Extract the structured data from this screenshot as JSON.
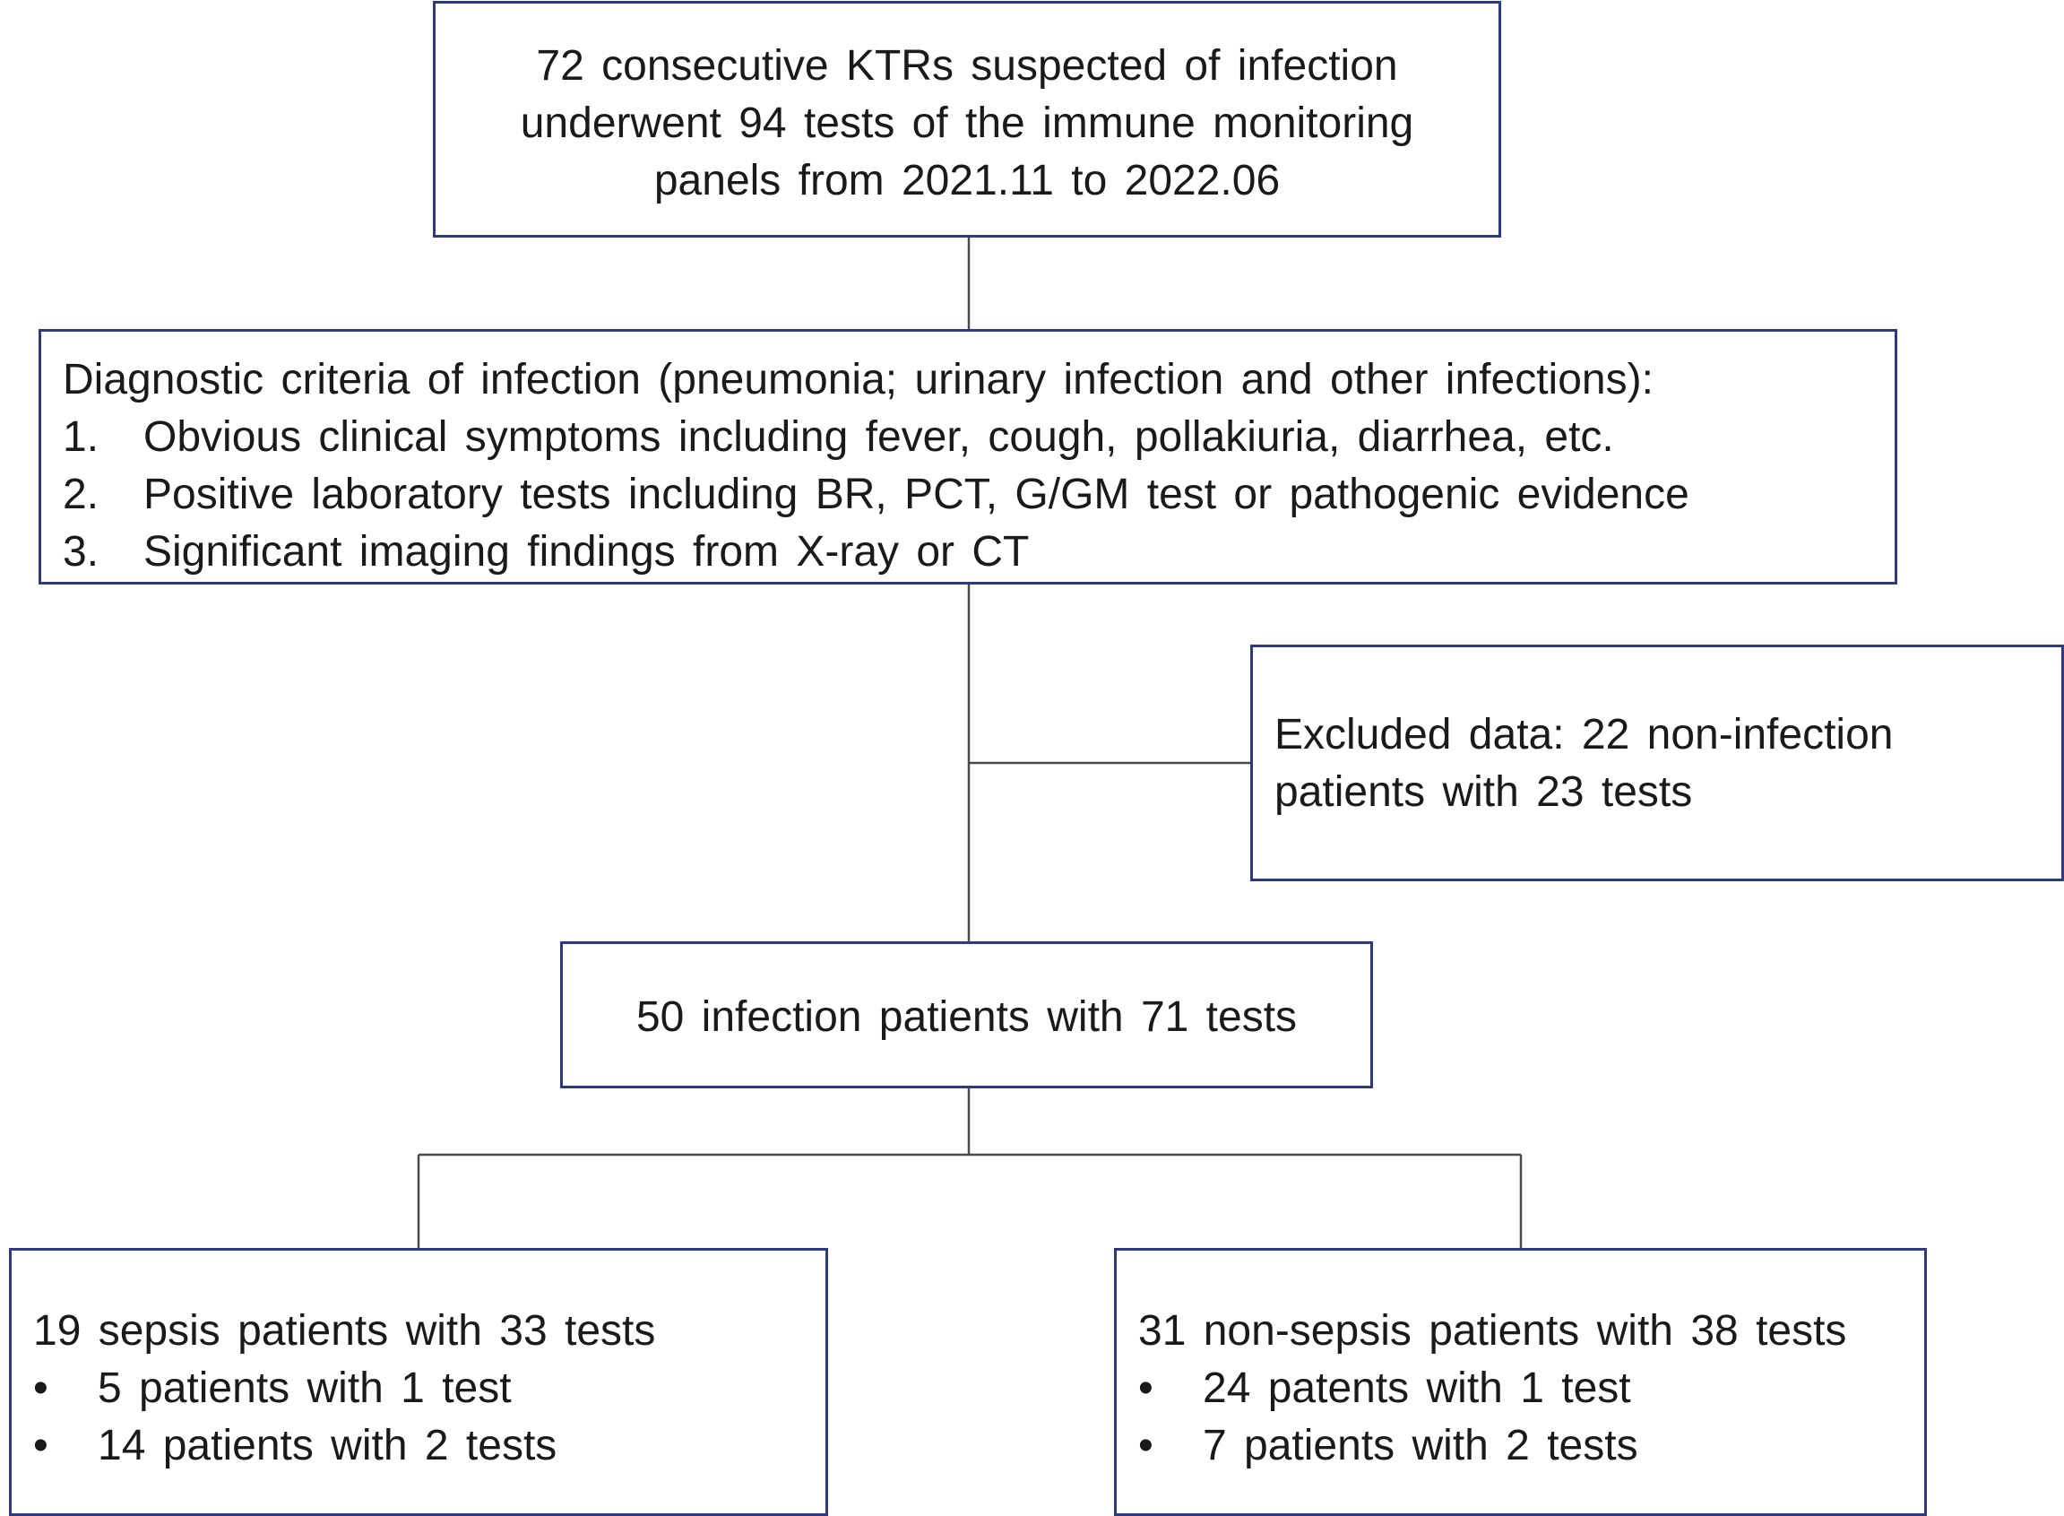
{
  "screening": {
    "lines": [
      "72 consecutive KTRs suspected of infection",
      "underwent 94 tests of the immune monitoring",
      "panels from 2021.11 to 2022.06"
    ]
  },
  "criteria": {
    "heading": "Diagnostic criteria of infection (pneumonia; urinary infection and other infections):",
    "items": [
      {
        "number": "1.",
        "text": "Obvious clinical symptoms including fever, cough, pollakiuria, diarrhea, etc."
      },
      {
        "number": "2.",
        "text": "Positive laboratory tests including BR, PCT, G/GM test or pathogenic evidence"
      },
      {
        "number": "3.",
        "text": "Significant imaging findings from X-ray or CT"
      }
    ]
  },
  "excluded": {
    "lines": [
      "Excluded data: 22 non-infection",
      "patients with 23 tests"
    ]
  },
  "infection": {
    "label": "50 infection patients with 71 tests"
  },
  "sepsis": {
    "title": "19 sepsis patients with 33 tests",
    "bullet_symbol": "•",
    "bullets": [
      "5 patients with 1 test",
      "14 patients with 2 tests"
    ]
  },
  "nonsepsis": {
    "title": "31 non-sepsis patients with 38 tests",
    "bullet_symbol": "•",
    "bullets": [
      "24 patents with 1 test",
      "7 patients with 2 tests"
    ]
  },
  "colors": {
    "box_border": "#2e3a80",
    "connector": "#4a4a4a",
    "text": "#1a1a1a"
  }
}
